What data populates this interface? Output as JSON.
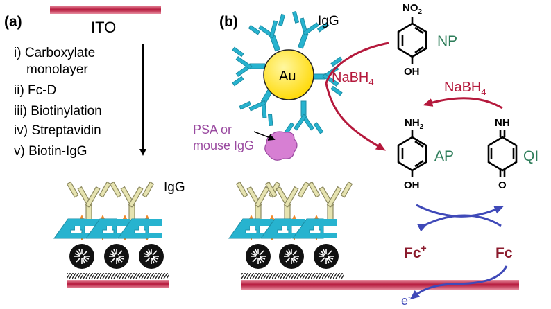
{
  "panel_a": {
    "label": "(a)",
    "electrode": "ITO",
    "steps": [
      "i) Carboxylate",
      "monolayer",
      "ii) Fc-D",
      "iii) Biotinylation",
      "iv) Streptavidin",
      "v) Biotin-IgG"
    ],
    "antibody_label": "IgG"
  },
  "panel_b": {
    "label": "(b)",
    "gold_label": "Au",
    "antibody_label": "IgG",
    "analyte_label_line1": "PSA or",
    "analyte_label_line2": "mouse IgG",
    "reductant_1": "NaBH",
    "reductant_1_sub": "4",
    "reductant_2": "NaBH",
    "reductant_2_sub": "4",
    "nitrophenol": {
      "label": "NP",
      "top_group": "NO",
      "top_sub": "2",
      "bottom_group": "OH"
    },
    "aminophenol": {
      "label": "AP",
      "top_group": "NH",
      "top_sub": "2",
      "bottom_group": "OH"
    },
    "quinoneimine": {
      "label": "QI",
      "top_group": "NH",
      "bottom_group": "O"
    },
    "ferrocenium": "Fc",
    "ferrocenium_sup": "+",
    "ferrocene": "Fc",
    "electron": "e",
    "electron_sup": "-"
  },
  "colors": {
    "electrode": "#b5193c",
    "reductant": "#b5193c",
    "molecule_label": "#2e7d5a",
    "redox_arrow": "#3f49b8",
    "streptavidin": "#27b3cf",
    "antibody_a": "#e6e3b0",
    "gold": "#ffe83a",
    "analyte": "#d77fd3",
    "ferrocene_text": "#8b1a2c"
  }
}
